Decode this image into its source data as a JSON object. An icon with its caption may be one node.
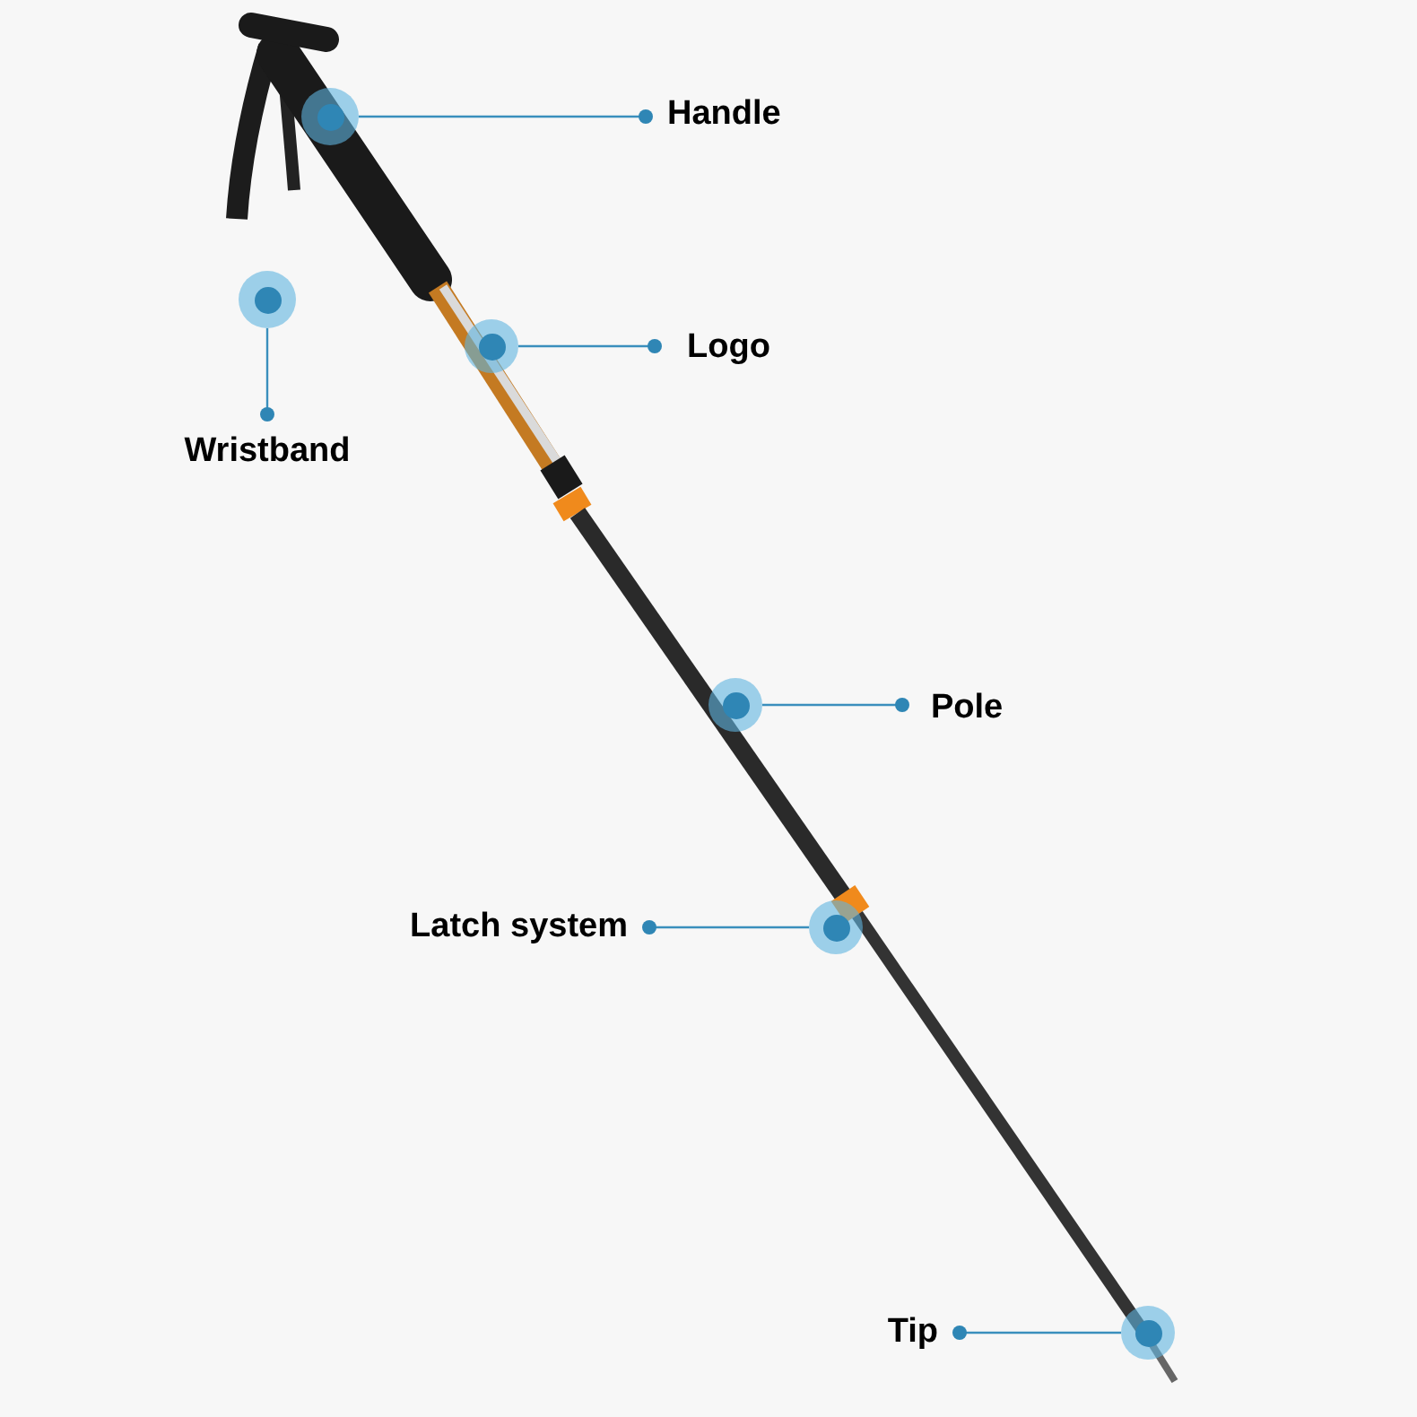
{
  "diagram": {
    "nodes": [
      {
        "text": [
          "Handle"
        ]
      },
      {
        "text": [
          "Logo"
        ]
      },
      {
        "text": [
          "Wristband"
        ]
      },
      {
        "text": [
          "Pole"
        ]
      },
      {
        "text": [
          "Latch system"
        ]
      },
      {
        "text": [
          "Tip"
        ]
      },
      {
        "text": [],
        "shape": "circle"
      },
      {
        "text": [],
        "shape": "circle"
      },
      {
        "text": [],
        "shape": "circle"
      },
      {
        "text": [],
        "shape": "circle"
      },
      {
        "text": [],
        "shape": "circle"
      },
      {
        "text": [],
        "shape": "circle"
      }
    ],
    "edges": [
      {
        "from": 0,
        "to": 6,
        "arrow": "other"
      },
      {
        "from": 1,
        "to": 8,
        "arrow": "other"
      },
      {
        "from": 2,
        "to": 7,
        "arrow": "other"
      },
      {
        "from": 3,
        "to": 9,
        "arrow": "other"
      },
      {
        "from": 4,
        "to": 10,
        "arrow": "other"
      },
      {
        "from": 5,
        "to": 11,
        "arrow": "other"
      }
    ]
  }
}
